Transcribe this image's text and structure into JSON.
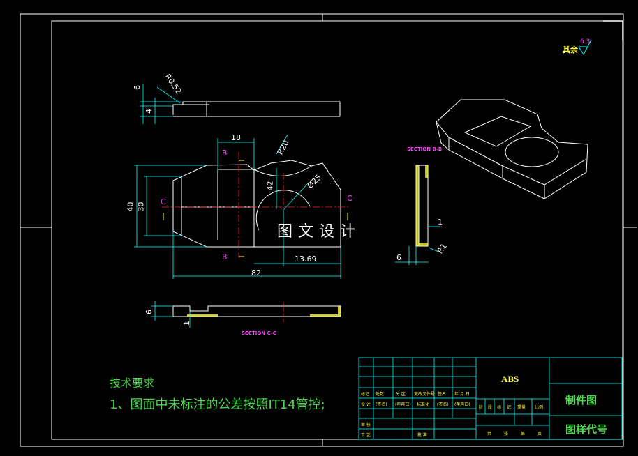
{
  "colors": {
    "background": "#000000",
    "frame": "#ffffff",
    "part": "#ffffff",
    "dimension": "#00ffff",
    "centerline": "#ff2222",
    "section_label": "#ff44ff",
    "hatch": "#ffff44",
    "text_green": "#4cd74c",
    "text_yellow": "#ffff44"
  },
  "roughness": {
    "label": "其余",
    "value": "6.3"
  },
  "watermark": "图文设计",
  "tech_requirements": {
    "title": "技术要求",
    "line1": "1、图面中未标注的公差按照IT14管控;"
  },
  "title_block": {
    "material": "ABS",
    "part_name": "制件图",
    "drawing_code": "图样代号",
    "header_row": [
      "标记",
      "处数",
      "分 区",
      "更改文件号",
      "签名",
      "年.月.日"
    ],
    "design_row": [
      "设 计",
      "(签名)",
      "(年月日)",
      "标准化",
      "(签名)",
      "(年月日)"
    ],
    "stage_labels": [
      "阶",
      "段",
      "标",
      "记",
      "重量",
      "比例"
    ],
    "check_label": "审 核",
    "craft_label": "工 艺",
    "approve_label": "批 准",
    "sheet_labels": [
      "共",
      "张",
      "第",
      "页"
    ]
  },
  "views": {
    "top_dims": {
      "t6": "6",
      "t4": "4",
      "r052": "R0.52"
    },
    "plan_dims": {
      "d18": "18",
      "r20": "R20",
      "d42": "42",
      "phi25": "Ø25",
      "d40": "40",
      "d30": "30",
      "d1369": "13.69",
      "d82": "82"
    },
    "section_labels": {
      "b_top": "B",
      "b_bot": "B",
      "c_left": "C",
      "c_right": "C"
    },
    "section_bb": {
      "title": "SECTION B-B",
      "d1": "1",
      "r1": "R1",
      "d6": "6"
    },
    "section_cc": {
      "title": "SECTION C-C",
      "d6": "6",
      "d1": "1"
    }
  }
}
